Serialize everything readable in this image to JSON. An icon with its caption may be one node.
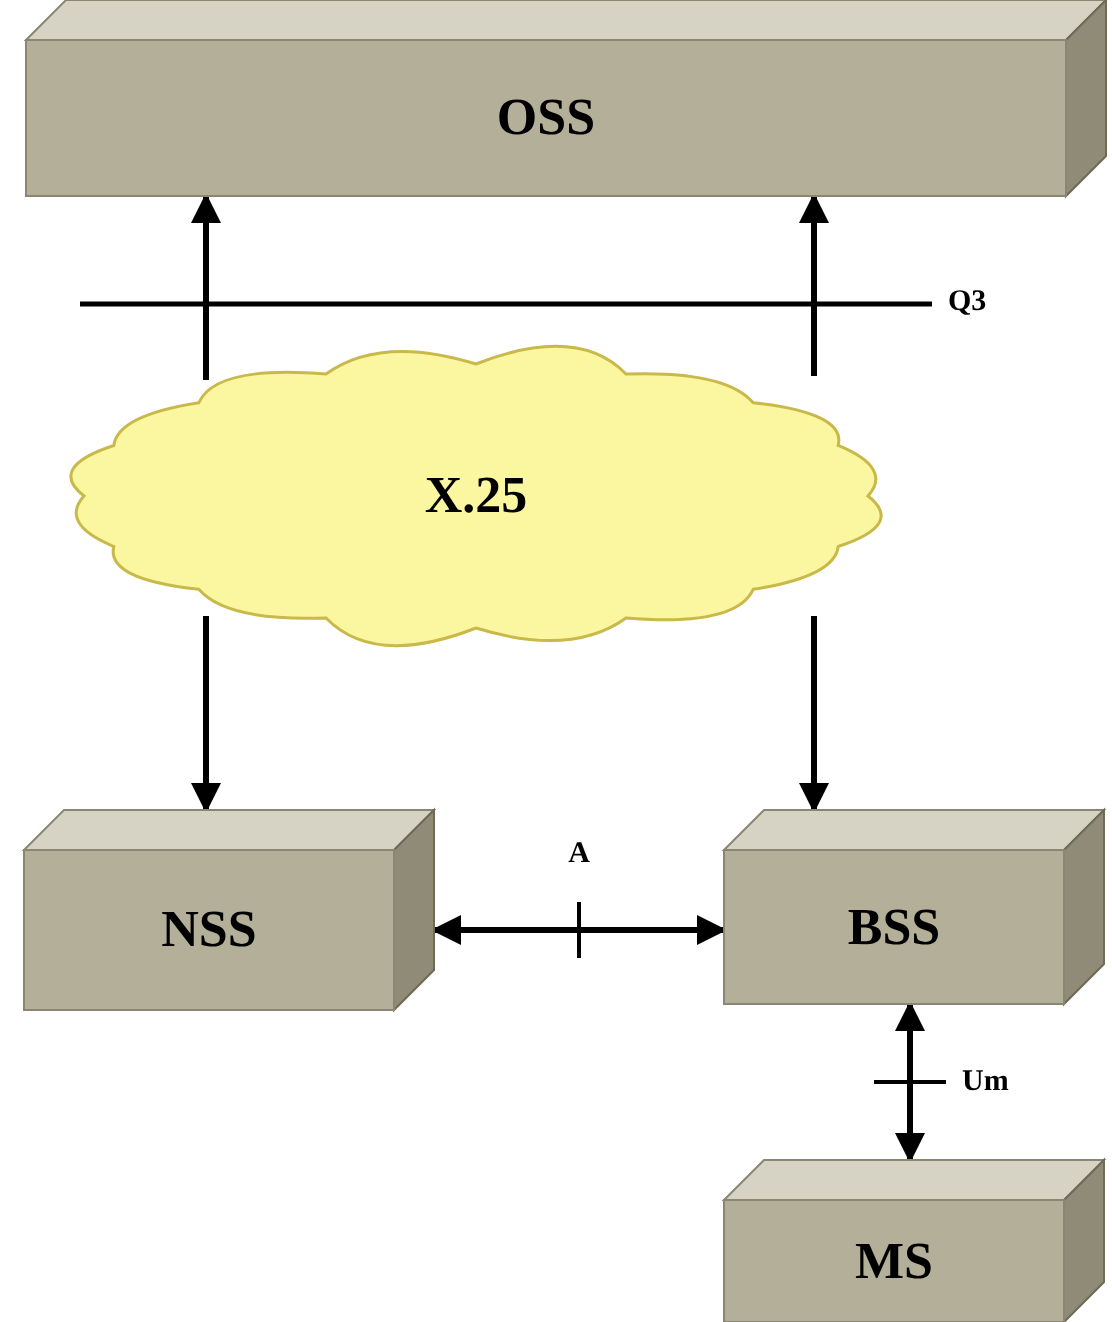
{
  "diagram": {
    "nodes": [
      {
        "text": [
          "OSS"
        ]
      },
      {
        "text": [
          "X.25"
        ]
      },
      {
        "text": [
          "NSS"
        ]
      },
      {
        "text": [
          "BSS"
        ]
      },
      {
        "text": [
          "MS"
        ]
      }
    ],
    "edges": [
      {
        "from": 1,
        "to": 0,
        "arrow": "to"
      },
      {
        "from": 1,
        "to": 2,
        "arrow": "to"
      },
      {
        "from": 1,
        "to": 0,
        "arrow": "to"
      },
      {
        "from": 1,
        "to": 3,
        "arrow": "to"
      },
      {
        "from": 2,
        "to": 3,
        "arrow": "both",
        "label": "A"
      },
      {
        "from": 3,
        "to": 4,
        "arrow": "both",
        "label": "Um"
      }
    ],
    "labels": [
      "Q3"
    ]
  }
}
